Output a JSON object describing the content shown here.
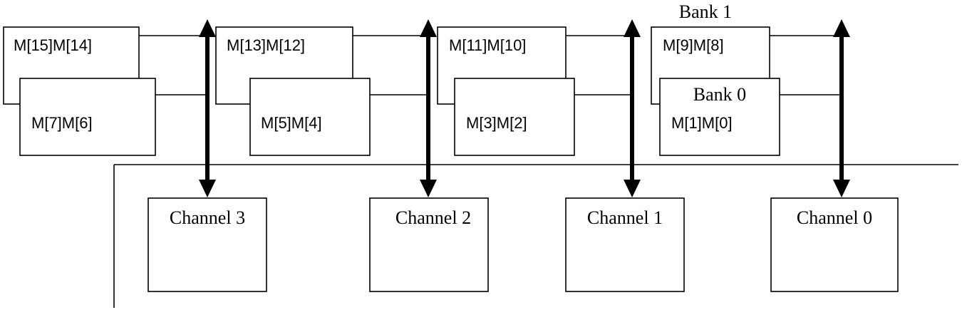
{
  "banks": {
    "bank1_label": "Bank 1",
    "bank0_label": "Bank 0"
  },
  "modules_bank1": [
    "M[15]M[14]",
    "M[13]M[12]",
    "M[11]M[10]",
    "M[9]M[8]"
  ],
  "modules_bank0": [
    "M[7]M[6]",
    "M[5]M[4]",
    "M[3]M[2]",
    "M[1]M[0]"
  ],
  "channels": [
    "Channel 3",
    "Channel 2",
    "Channel 1",
    "Channel 0"
  ]
}
